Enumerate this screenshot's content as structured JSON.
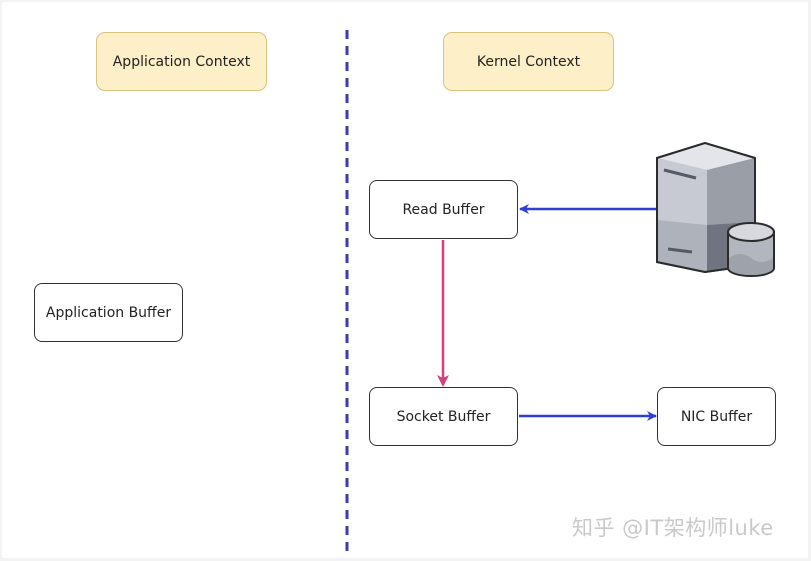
{
  "diagram": {
    "divider": {
      "color": "#3b3fa8",
      "style": "dashed"
    },
    "contexts": [
      {
        "id": "application-context",
        "label": "Application Context"
      },
      {
        "id": "kernel-context",
        "label": "Kernel Context"
      }
    ],
    "buffers": [
      {
        "id": "application-buffer",
        "label": "Application Buffer",
        "context": "application"
      },
      {
        "id": "read-buffer",
        "label": "Read Buffer",
        "context": "kernel"
      },
      {
        "id": "socket-buffer",
        "label": "Socket Buffer",
        "context": "kernel"
      },
      {
        "id": "nic-buffer",
        "label": "NIC Buffer",
        "context": "kernel"
      }
    ],
    "devices": [
      {
        "id": "storage-server",
        "icon": "server-with-disk-icon"
      }
    ],
    "edges": [
      {
        "from": "storage-server",
        "to": "read-buffer",
        "color": "#2f3fd6",
        "kind": "dma-copy"
      },
      {
        "from": "read-buffer",
        "to": "socket-buffer",
        "color": "#d63f7d",
        "kind": "cpu-copy"
      },
      {
        "from": "socket-buffer",
        "to": "nic-buffer",
        "color": "#2f3fd6",
        "kind": "dma-copy"
      }
    ]
  },
  "watermark": "知乎 @IT架构师luke"
}
